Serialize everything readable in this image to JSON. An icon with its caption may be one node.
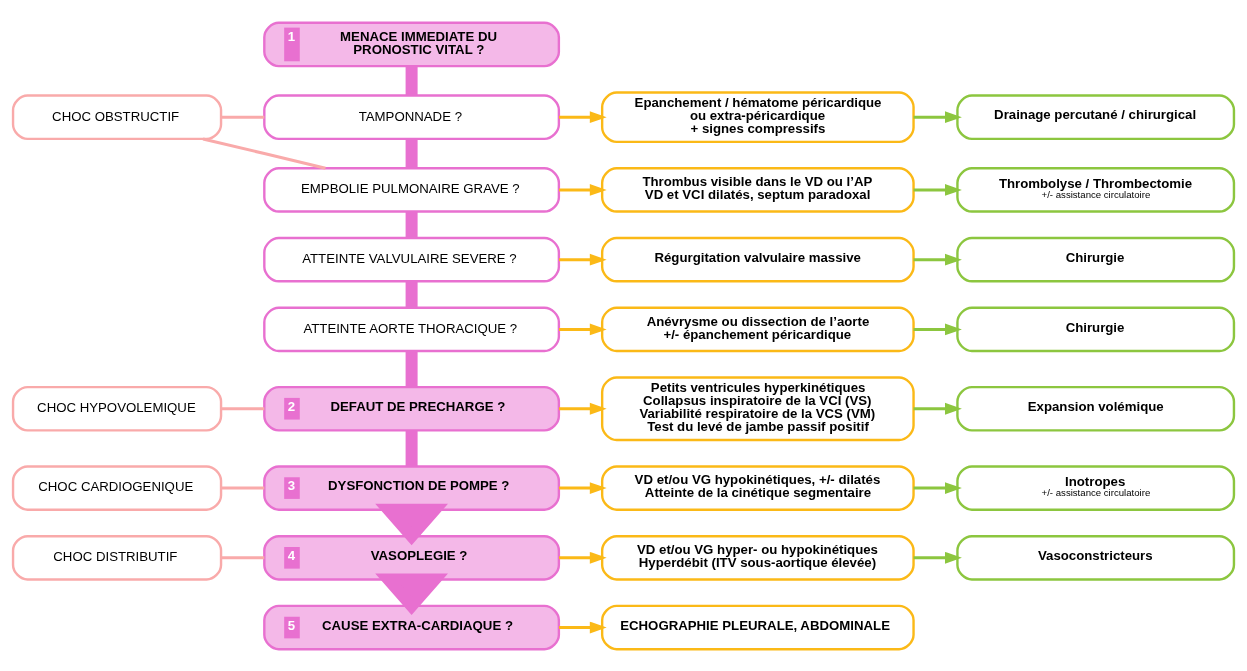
{
  "diagram": {
    "nodes": [
      {
        "text": [
          "1",
          "MENACE IMMEDIATE DU PRONOSTIC VITAL ?"
        ]
      },
      {
        "text": [
          "TAMPONNADE ?"
        ]
      },
      {
        "text": [
          "EMPBOLIE PULMONAIRE GRAVE ?"
        ]
      },
      {
        "text": [
          "ATTEINTE VALVULAIRE SEVERE ?"
        ]
      },
      {
        "text": [
          "ATTEINTE AORTE THORACIQUE ?"
        ]
      },
      {
        "text": [
          "2",
          "DEFAUT DE PRECHARGE ?"
        ]
      },
      {
        "text": [
          "3",
          "DYSFONCTION DE POMPE ?"
        ]
      },
      {
        "text": [
          "4",
          "VASOPLEGIE ?"
        ]
      },
      {
        "text": [
          "5",
          "CAUSE EXTRA-CARDIAQUE ?"
        ]
      },
      {
        "text": [
          "Epanchement / hématome péricardique ou extra-péricardique + signes compressifs"
        ]
      },
      {
        "text": [
          "Thrombus visible dans le VD ou l’AP VD et VCI dilatés, septum paradoxal"
        ]
      },
      {
        "text": [
          "Régurgitation valvulaire massive"
        ]
      },
      {
        "text": [
          "Anévrysme ou dissection de l’aorte +/- épanchement péricardique"
        ]
      },
      {
        "text": [
          "Petits ventricules hyperkinétiques Collapsus inspiratoire de la VCI (VS) Variabilité respiratoire de la VCS (VM) Test du levé de jambe passif positif"
        ]
      },
      {
        "text": [
          "VD et/ou VG hypokinétiques, +/- dilatés Atteinte de la cinétique segmentaire"
        ]
      },
      {
        "text": [
          "VD et/ou VG hyper- ou hypokinétiques Hyperdébit (ITV sous-aortique élevée)"
        ]
      },
      {
        "text": [
          "ECHOGRAPHIE PLEURALE, ABDOMINALE"
        ]
      },
      {
        "text": [
          "Drainage percutané / chirurgical"
        ]
      },
      {
        "text": [
          "Thrombolyse / Thrombectomie",
          "+/- assistance circulatoire"
        ]
      },
      {
        "text": [
          "Chirurgie"
        ]
      },
      {
        "text": [
          "Chirurgie"
        ]
      },
      {
        "text": [
          "Expansion volémique"
        ]
      },
      {
        "text": [
          "Inotropes",
          "+/- assistance circulatoire"
        ]
      },
      {
        "text": [
          "Vasoconstricteurs"
        ]
      },
      {
        "text": [
          "CHOC OBSTRUCTIF"
        ]
      },
      {
        "text": [
          "CHOC HYPOVOLEMIQUE"
        ]
      },
      {
        "text": [
          "CHOC CARDIOGENIQUE"
        ]
      },
      {
        "text": [
          "CHOC DISTRIBUTIF"
        ]
      }
    ],
    "edges": [
      {
        "from": 0,
        "to": 1,
        "arrow": "none",
        "style": "thick",
        "color": "#e870d0"
      },
      {
        "from": 1,
        "to": 2,
        "arrow": "none",
        "style": "thick",
        "color": "#e870d0"
      },
      {
        "from": 2,
        "to": 3,
        "arrow": "none",
        "style": "thick",
        "color": "#e870d0"
      },
      {
        "from": 3,
        "to": 4,
        "arrow": "none",
        "style": "thick",
        "color": "#e870d0"
      },
      {
        "from": 4,
        "to": 5,
        "arrow": "none",
        "style": "thick",
        "color": "#e870d0"
      },
      {
        "from": 5,
        "to": 6,
        "arrow": "none",
        "style": "thick",
        "color": "#e870d0"
      },
      {
        "from": 6,
        "to": 7,
        "arrow": "to",
        "style": "thick",
        "color": "#e870d0"
      },
      {
        "from": 7,
        "to": 8,
        "arrow": "to",
        "style": "thick",
        "color": "#e870d0"
      },
      {
        "from": 1,
        "to": 9,
        "arrow": "to",
        "color": "#fbb917"
      },
      {
        "from": 2,
        "to": 10,
        "arrow": "to",
        "color": "#fbb917"
      },
      {
        "from": 3,
        "to": 11,
        "arrow": "to",
        "color": "#fbb917"
      },
      {
        "from": 4,
        "to": 12,
        "arrow": "to",
        "color": "#fbb917"
      },
      {
        "from": 5,
        "to": 13,
        "arrow": "to",
        "color": "#fbb917"
      },
      {
        "from": 6,
        "to": 14,
        "arrow": "to",
        "color": "#fbb917"
      },
      {
        "from": 7,
        "to": 15,
        "arrow": "to",
        "color": "#fbb917"
      },
      {
        "from": 8,
        "to": 16,
        "arrow": "to",
        "color": "#fbb917"
      },
      {
        "from": 9,
        "to": 17,
        "arrow": "to",
        "color": "#8cc63f"
      },
      {
        "from": 10,
        "to": 18,
        "arrow": "to",
        "color": "#8cc63f"
      },
      {
        "from": 11,
        "to": 19,
        "arrow": "to",
        "color": "#8cc63f"
      },
      {
        "from": 12,
        "to": 20,
        "arrow": "to",
        "color": "#8cc63f"
      },
      {
        "from": 13,
        "to": 21,
        "arrow": "to",
        "color": "#8cc63f"
      },
      {
        "from": 14,
        "to": 22,
        "arrow": "to",
        "color": "#8cc63f"
      },
      {
        "from": 15,
        "to": 23,
        "arrow": "to",
        "color": "#8cc63f"
      },
      {
        "from": 24,
        "to": 1,
        "arrow": "none",
        "color": "#f9aaaa"
      },
      {
        "from": 24,
        "to": 2,
        "arrow": "none",
        "color": "#f9aaaa"
      },
      {
        "from": 25,
        "to": 5,
        "arrow": "none",
        "color": "#f9aaaa"
      },
      {
        "from": 26,
        "to": 6,
        "arrow": "none",
        "color": "#f9aaaa"
      },
      {
        "from": 27,
        "to": 7,
        "arrow": "none",
        "color": "#f9aaaa"
      }
    ]
  }
}
